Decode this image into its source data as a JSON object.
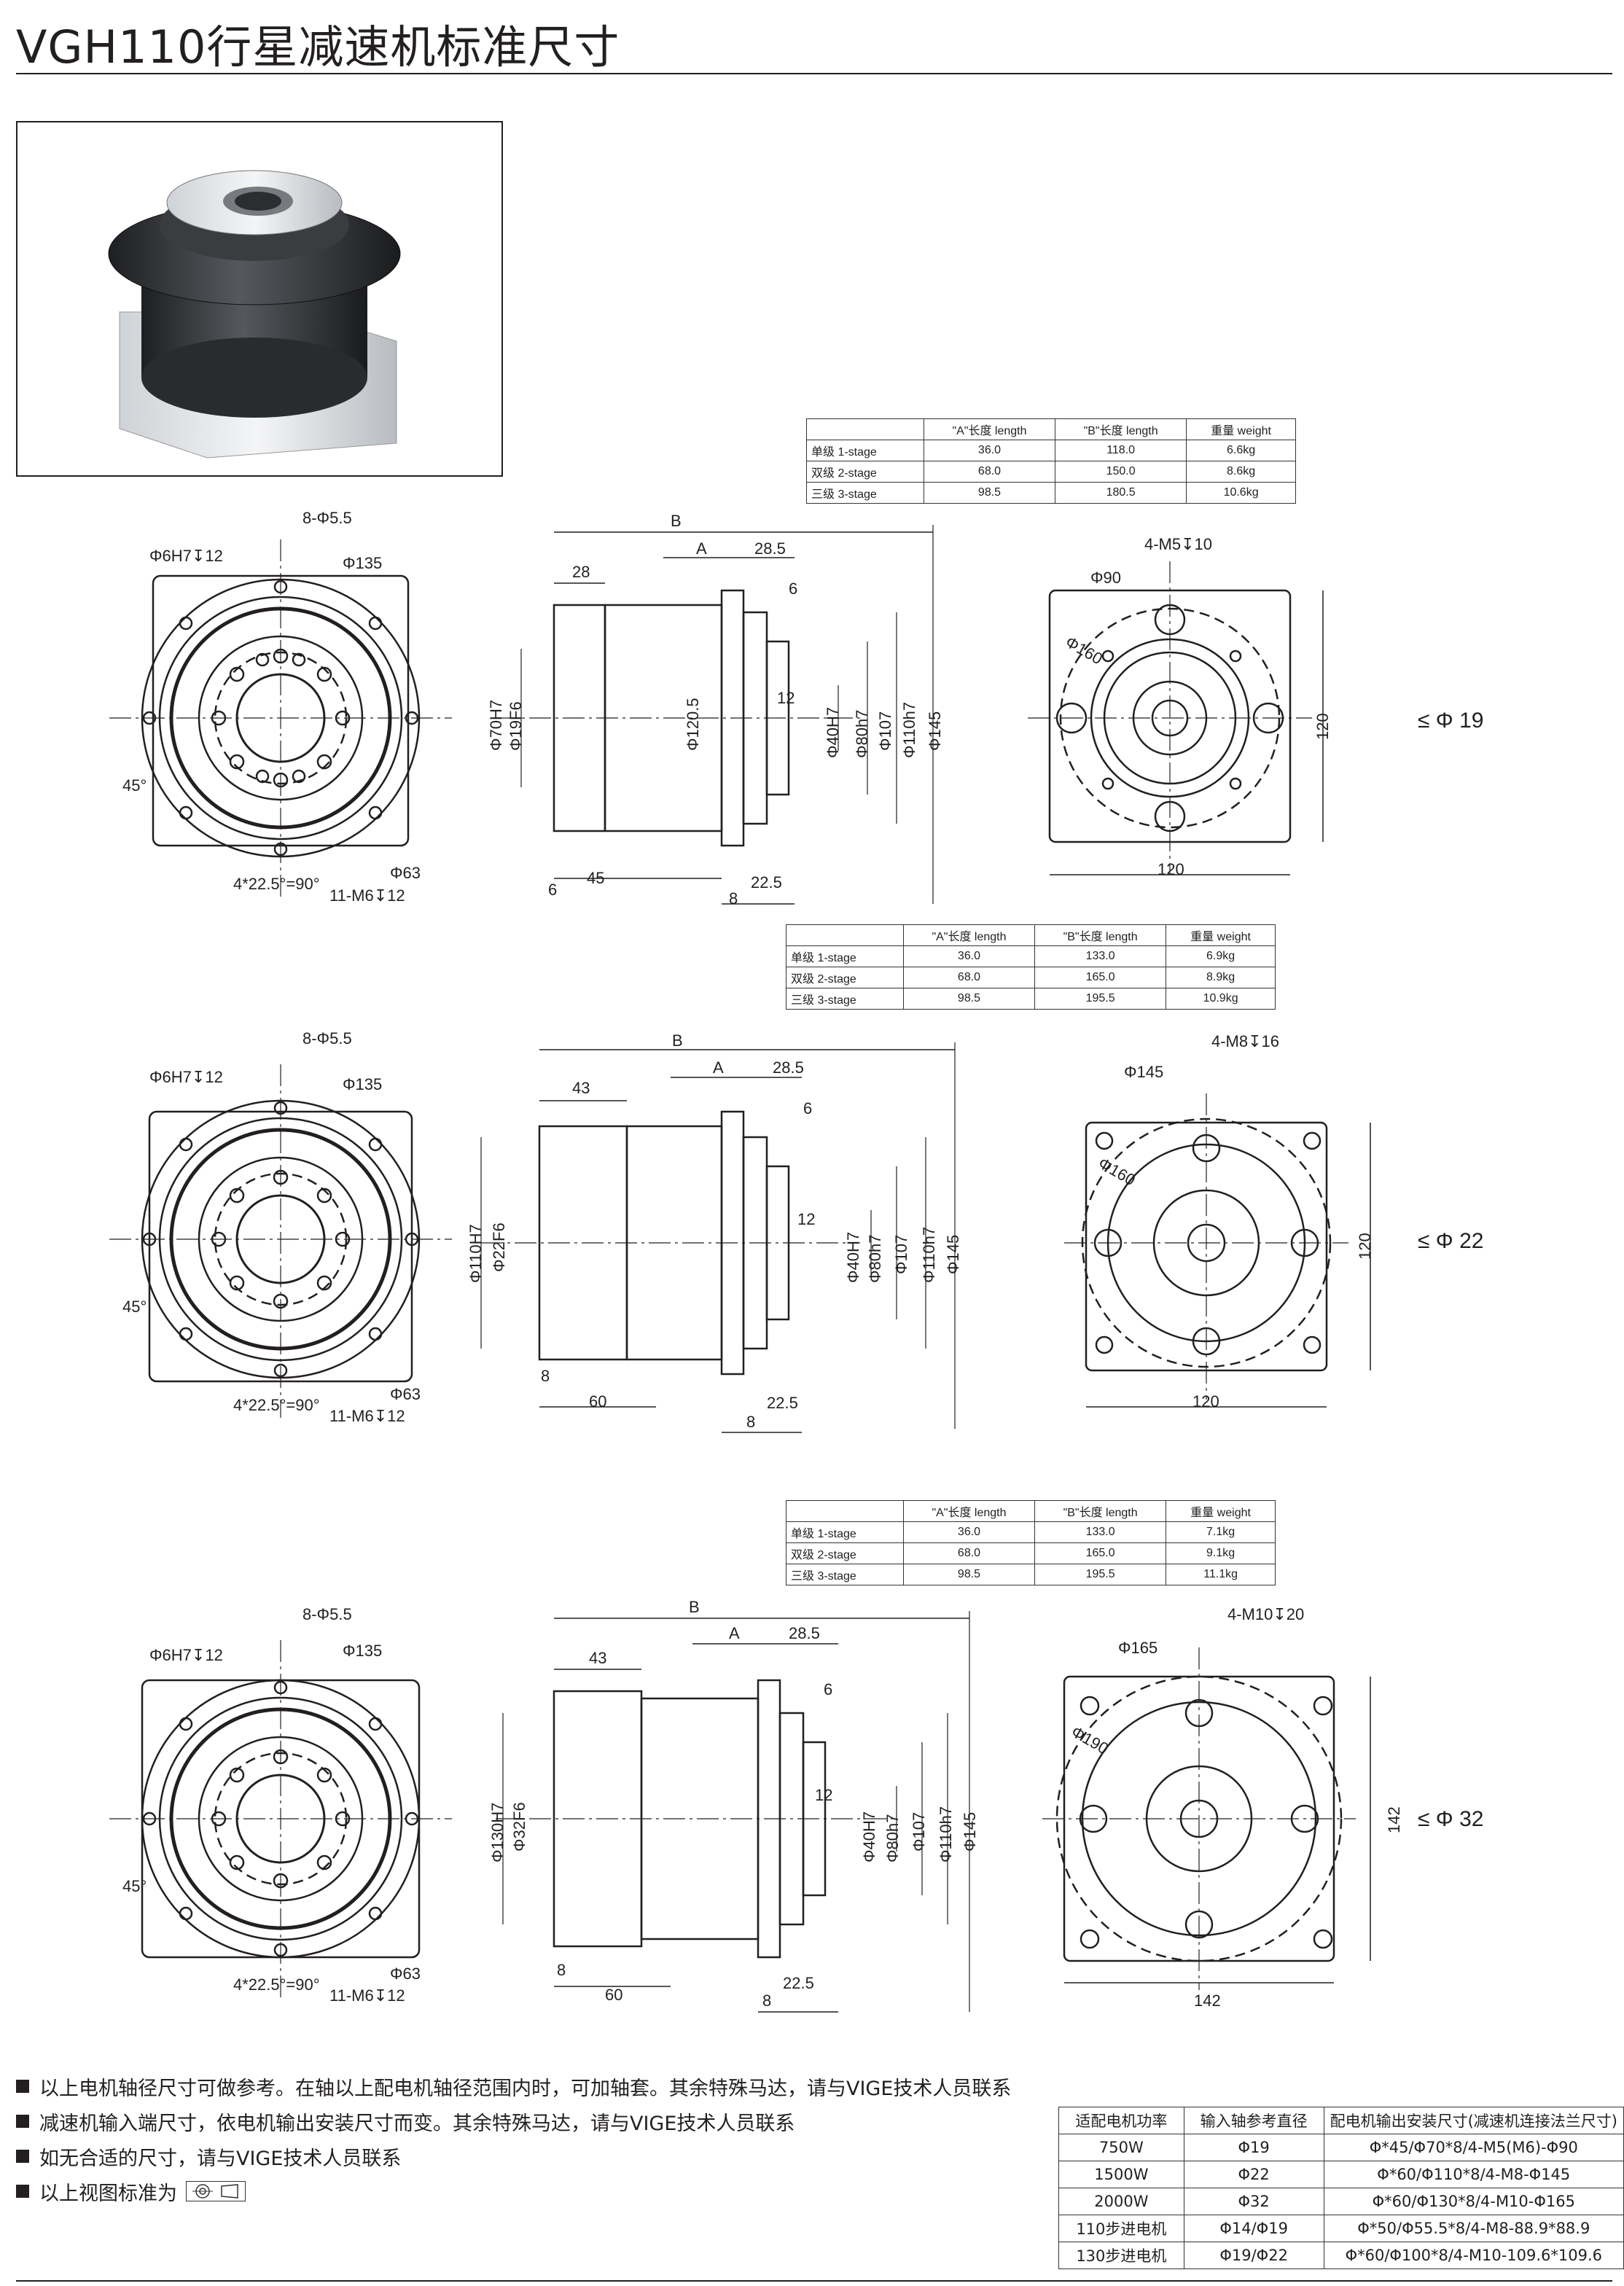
{
  "title": "VGH110行星减速机标准尺寸",
  "spec_header": [
    "",
    "\"A\"长度 length",
    "\"B\"长度  length",
    "重量 weight"
  ],
  "spec_tables": [
    {
      "rows": [
        [
          "单级 1-stage",
          "36.0",
          "118.0",
          "6.6kg"
        ],
        [
          "双级 2-stage",
          "68.0",
          "150.0",
          "8.6kg"
        ],
        [
          "三级 3-stage",
          "98.5",
          "180.5",
          "10.6kg"
        ]
      ]
    },
    {
      "rows": [
        [
          "单级 1-stage",
          "36.0",
          "133.0",
          "6.9kg"
        ],
        [
          "双级 2-stage",
          "68.0",
          "165.0",
          "8.9kg"
        ],
        [
          "三级 3-stage",
          "98.5",
          "195.5",
          "10.9kg"
        ]
      ]
    },
    {
      "rows": [
        [
          "单级 1-stage",
          "36.0",
          "133.0",
          "7.1kg"
        ],
        [
          "双级 2-stage",
          "68.0",
          "165.0",
          "9.1kg"
        ],
        [
          "三级 3-stage",
          "98.5",
          "195.5",
          "11.1kg"
        ]
      ]
    }
  ],
  "rows": [
    {
      "front": {
        "holes": "8-Φ5.5",
        "pin": "Φ6H7↧12",
        "pcd": "Φ135",
        "angle": "45°",
        "pitch": "4*22.5°=90°",
        "bore": "Φ63",
        "tap": "11-M6↧12"
      },
      "side": {
        "B": "B",
        "A": "A",
        "a285": "28.5",
        "six": "6",
        "input_len": "28",
        "d_input": "Φ70H7",
        "d_shaft": "Φ19F6",
        "d_body": "Φ120.5",
        "twelve": "12",
        "d40": "Φ40H7",
        "d80": "Φ80h7",
        "d107": "Φ107",
        "d110": "Φ110h7",
        "d145": "Φ145",
        "b6": "6",
        "b45": "45",
        "b225": "22.5",
        "b8": "8"
      },
      "rear": {
        "tap": "4-M5↧10",
        "d_a": "Φ90",
        "d_b": "Φ160",
        "h": "120",
        "w": "120"
      },
      "max_bore": "≤ Φ 19"
    },
    {
      "front": {
        "holes": "8-Φ5.5",
        "pin": "Φ6H7↧12",
        "pcd": "Φ135",
        "angle": "45°",
        "pitch": "4*22.5°=90°",
        "bore": "Φ63",
        "tap": "11-M6↧12"
      },
      "side": {
        "B": "B",
        "A": "A",
        "a285": "28.5",
        "six": "6",
        "input_len": "43",
        "d_input": "Φ110H7",
        "d_shaft": "Φ22F6",
        "d_body": "",
        "twelve": "12",
        "d40": "Φ40H7",
        "d80": "Φ80h7",
        "d107": "Φ107",
        "d110": "Φ110h7",
        "d145": "Φ145",
        "b6": "8",
        "b45": "60",
        "b225": "22.5",
        "b8": "8"
      },
      "rear": {
        "tap": "4-M8↧16",
        "d_a": "Φ145",
        "d_b": "Φ160",
        "h": "120",
        "w": "120"
      },
      "max_bore": "≤ Φ 22"
    },
    {
      "front": {
        "holes": "8-Φ5.5",
        "pin": "Φ6H7↧12",
        "pcd": "Φ135",
        "angle": "45°",
        "pitch": "4*22.5°=90°",
        "bore": "Φ63",
        "tap": "11-M6↧12"
      },
      "side": {
        "B": "B",
        "A": "A",
        "a285": "28.5",
        "six": "6",
        "input_len": "43",
        "d_input": "Φ130H7",
        "d_shaft": "Φ32F6",
        "d_body": "",
        "twelve": "12",
        "d40": "Φ40H7",
        "d80": "Φ80h7",
        "d107": "Φ107",
        "d110": "Φ110h7",
        "d145": "Φ145",
        "b6": "8",
        "b45": "60",
        "b225": "22.5",
        "b8": "8"
      },
      "rear": {
        "tap": "4-M10↧20",
        "d_a": "Φ165",
        "d_b": "Φ190",
        "h": "142",
        "w": "142"
      },
      "max_bore": "≤ Φ 32"
    }
  ],
  "notes": [
    "以上电机轴径尺寸可做参考。在轴以上配电机轴径范围内时，可加轴套。其余特殊马达，请与VIGE技术人员联系",
    "减速机输入端尺寸，依电机输出安装尺寸而变。其余特殊马达，请与VIGE技术人员联系",
    "如无合适的尺寸，请与VIGE技术人员联系",
    "以上视图标准为"
  ],
  "motor_table": {
    "headers": [
      "适配电机功率",
      "输入轴参考直径",
      "配电机输出安装尺寸(减速机连接法兰尺寸)"
    ],
    "rows": [
      [
        "750W",
        "Φ19",
        "Φ*45/Φ70*8/4-M5(M6)-Φ90"
      ],
      [
        "1500W",
        "Φ22",
        "Φ*60/Φ110*8/4-M8-Φ145"
      ],
      [
        "2000W",
        "Φ32",
        "Φ*60/Φ130*8/4-M10-Φ165"
      ],
      [
        "110步进电机",
        "Φ14/Φ19",
        "Φ*50/Φ55.5*8/4-M8-88.9*88.9"
      ],
      [
        "130步进电机",
        "Φ19/Φ22",
        "Φ*60/Φ100*8/4-M10-109.6*109.6"
      ]
    ]
  }
}
